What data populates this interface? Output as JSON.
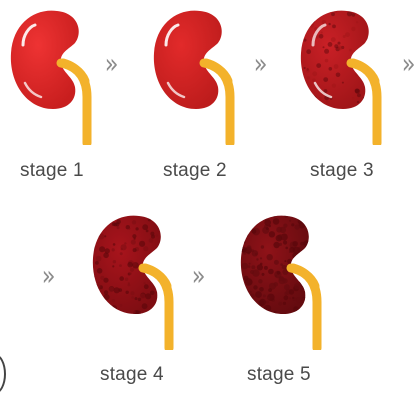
{
  "stages": [
    {
      "label": "stage 1",
      "color": "#ee3333",
      "shade": "#c81e1e",
      "texture": 0
    },
    {
      "label": "stage 2",
      "color": "#e22a2a",
      "shade": "#bd1c1c",
      "texture": 0
    },
    {
      "label": "stage 3",
      "color": "#c92026",
      "shade": "#a01518",
      "texture": 1
    },
    {
      "label": "stage 4",
      "color": "#a8141c",
      "shade": "#7e0d12",
      "texture": 2
    },
    {
      "label": "stage 5",
      "color": "#8f1218",
      "shade": "#650b0f",
      "texture": 3
    }
  ],
  "arrow_glyph": "»",
  "ureter_color": "#f3b22b",
  "arrow_icon": "double-chevron-right-icon"
}
